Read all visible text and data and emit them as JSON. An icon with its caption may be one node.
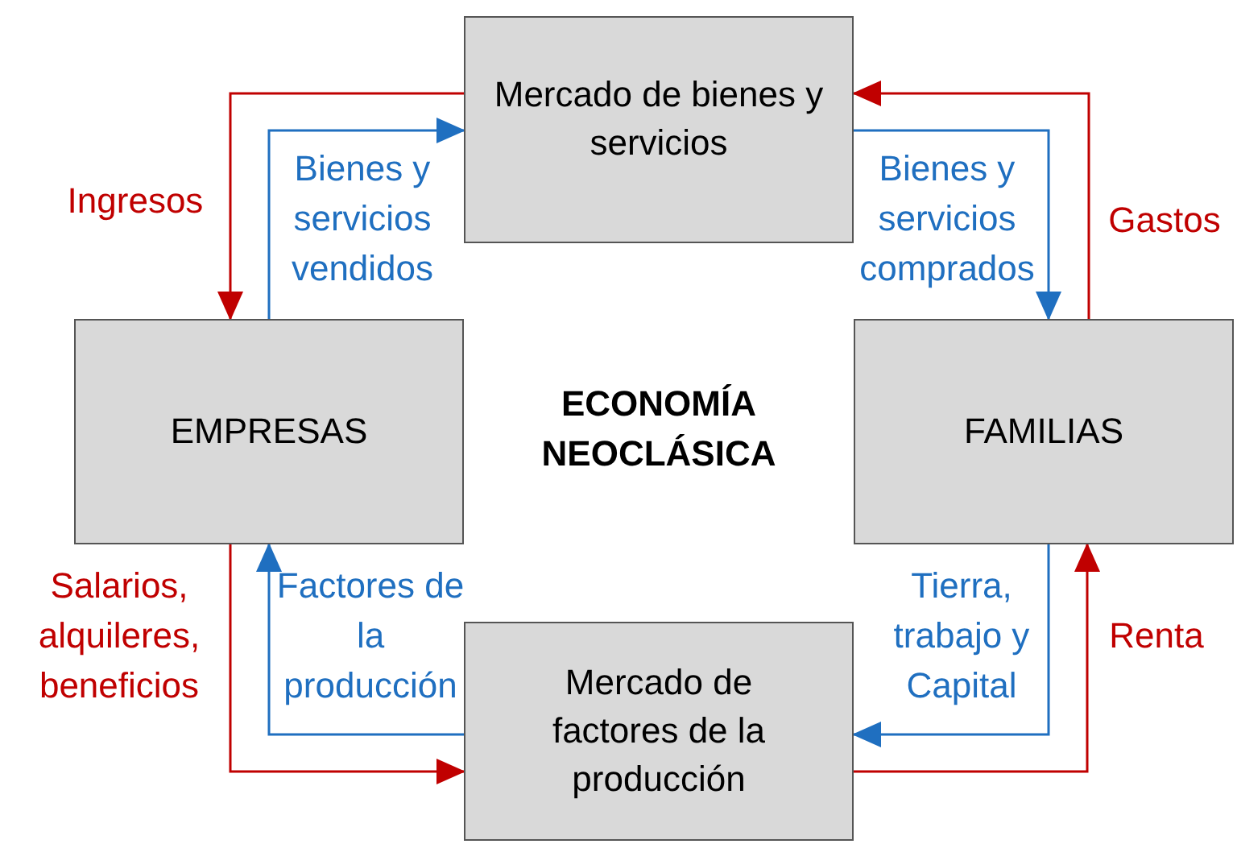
{
  "diagram": {
    "title": "ECONOMÍA NEOCLÁSICA",
    "nodes": [
      {
        "text": [
          "Mercado de bienes y servicios"
        ]
      },
      {
        "text": [
          "EMPRESAS"
        ]
      },
      {
        "text": [
          "FAMILIAS"
        ]
      },
      {
        "text": [
          "Mercado de factores de la producción"
        ]
      }
    ],
    "edges": [
      {
        "from": 0,
        "to": 1,
        "arrow": "to",
        "label": "Ingresos",
        "color": "#c00000"
      },
      {
        "from": 1,
        "to": 0,
        "arrow": "to",
        "label": "Bienes y servicios vendidos",
        "color": "#1f6fc0"
      },
      {
        "from": 2,
        "to": 0,
        "arrow": "to",
        "label": "Gastos",
        "color": "#c00000"
      },
      {
        "from": 0,
        "to": 2,
        "arrow": "to",
        "label": "Bienes y servicios comprados",
        "color": "#1f6fc0"
      },
      {
        "from": 1,
        "to": 3,
        "arrow": "to",
        "label": "Salarios, alquileres, beneficios",
        "color": "#c00000"
      },
      {
        "from": 3,
        "to": 1,
        "arrow": "to",
        "label": "Factores de la producción",
        "color": "#1f6fc0"
      },
      {
        "from": 2,
        "to": 3,
        "arrow": "to",
        "label": "Tierra, trabajo y Capital",
        "color": "#1f6fc0"
      },
      {
        "from": 3,
        "to": 2,
        "arrow": "to",
        "label": "Renta",
        "color": "#c00000"
      }
    ]
  }
}
